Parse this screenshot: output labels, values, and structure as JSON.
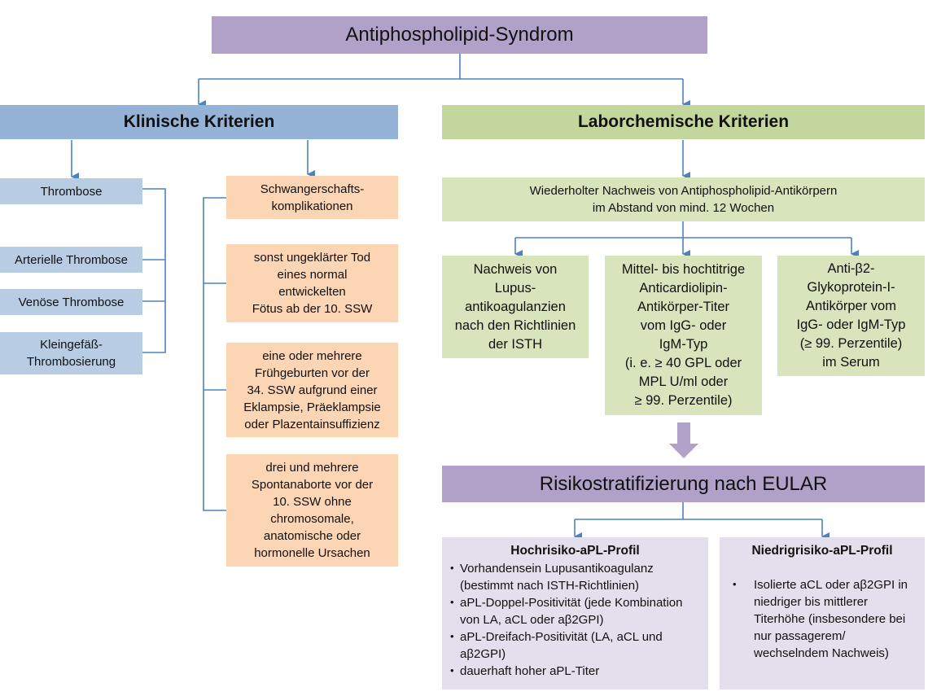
{
  "title": "Antiphospholipid-Syndrom",
  "clinical": {
    "header": "Klinische Kriterien",
    "thrombosis": {
      "label": "Thrombose",
      "items": [
        [
          "Arterielle Thrombose"
        ],
        [
          "Venöse Thrombose"
        ],
        [
          "Kleingefäß-",
          "Thrombosierung"
        ]
      ]
    },
    "pregnancy": {
      "label": [
        "Schwangerschafts-",
        "komplikationen"
      ],
      "items": [
        [
          "sonst ungeklärter Tod",
          "eines normal",
          "entwickelten",
          "Fötus ab der 10. SSW"
        ],
        [
          "eine oder mehrere",
          "Frühgeburten vor der",
          "34. SSW aufgrund einer",
          "Eklampsie, Präeklampsie",
          "oder Plazentainsuffizienz"
        ],
        [
          "drei und mehrere",
          "Spontanaborte vor der",
          "10. SSW ohne",
          "chromosomale,",
          "anatomische oder",
          "hormonelle Ursachen"
        ]
      ]
    }
  },
  "lab": {
    "header": "Laborchemische Kriterien",
    "repeat": [
      "Wiederholter Nachweis von Antiphospholipid-Antikörpern",
      "im Abstand von mind. 12 Wochen"
    ],
    "items": [
      [
        "Nachweis von",
        "Lupus-",
        "antikoagulanzien",
        "nach den Richtlinien",
        "der ISTH"
      ],
      [
        "Mittel- bis hochtitrige",
        "Anticardiolipin-",
        "Antikörper-Titer",
        "vom IgG- oder",
        "IgM-Typ",
        "(i. e. ≥ 40 GPL oder",
        "MPL U/ml oder",
        "≥ 99. Perzentile)"
      ],
      [
        "Anti-β2-",
        "Glykoprotein-I-",
        "Antikörper vom",
        "IgG- oder IgM-Typ",
        "(≥ 99. Perzentile)",
        "im Serum"
      ]
    ]
  },
  "risk": {
    "header": "Risikostratifizierung nach EULAR",
    "high": {
      "title": "Hochrisiko-aPL-Profil",
      "bullets": [
        [
          "Vorhandensein Lupusantikoagulanz",
          "(bestimmt nach ISTH-Richtlinien)"
        ],
        [
          "aPL-Doppel-Positivität (jede Kombination",
          "von LA, aCL oder aβ2GPI)"
        ],
        [
          "aPL-Dreifach-Positivität (LA, aCL und",
          "aβ2GPI)"
        ],
        [
          "dauerhaft hoher aPL-Titer"
        ]
      ]
    },
    "low": {
      "title": "Niedrigrisiko-aPL-Profil",
      "bullets": [
        [
          "Isolierte aCL oder aβ2GPI in",
          "niedriger bis mittlerer",
          "Titerhöhe (insbesondere bei",
          "nur passagerem/",
          "wechselndem Nachweis)"
        ]
      ]
    }
  },
  "colors": {
    "purple": "#b1a0c7",
    "clinical_header": "#95b3d7",
    "clinical_box": "#b8cce4",
    "lab_header": "#c3d69b",
    "lab_box": "#d7e4bc",
    "pregnancy_box": "#fcd5b4",
    "profile_box": "#e4dfec",
    "connector": "#4f81bd"
  }
}
